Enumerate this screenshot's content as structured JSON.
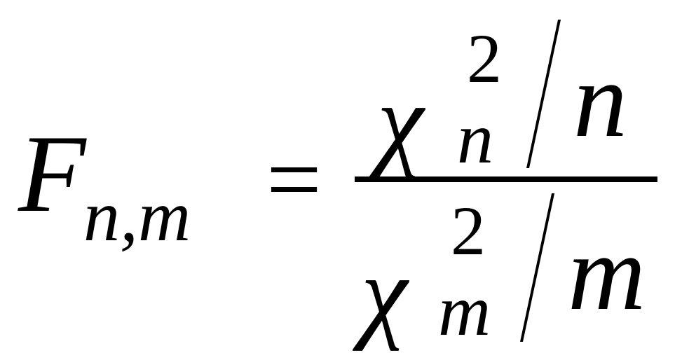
{
  "formula": {
    "lhs": {
      "symbol": "F",
      "subscript": "n,m"
    },
    "equals": "=",
    "numerator": {
      "symbol": "χ",
      "superscript": "2",
      "subscript": "n",
      "divisor": "n"
    },
    "denominator": {
      "symbol": "χ",
      "superscript": "2",
      "subscript": "m",
      "divisor": "m"
    }
  }
}
